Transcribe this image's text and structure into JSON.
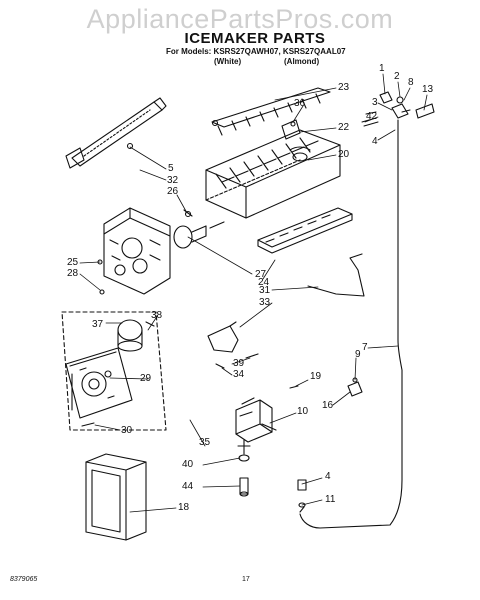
{
  "watermark": "AppliancePartsPros.com",
  "title": "ICEMAKER PARTS",
  "models_line": "For Models: KSRS27QAWH07, KSRS27QAAL07",
  "color_white": "(White)",
  "color_almond": "(Almond)",
  "footer_code": "8379065",
  "page_number": "17",
  "callouts": [
    "1",
    "2",
    "8",
    "13",
    "23",
    "36",
    "3",
    "42",
    "22",
    "4",
    "20",
    "5",
    "32",
    "26",
    "25",
    "28",
    "27",
    "24",
    "31",
    "33",
    "37",
    "38",
    "29",
    "30",
    "35",
    "39",
    "34",
    "7",
    "9",
    "19",
    "16",
    "10",
    "40",
    "44",
    "4",
    "11",
    "18"
  ]
}
